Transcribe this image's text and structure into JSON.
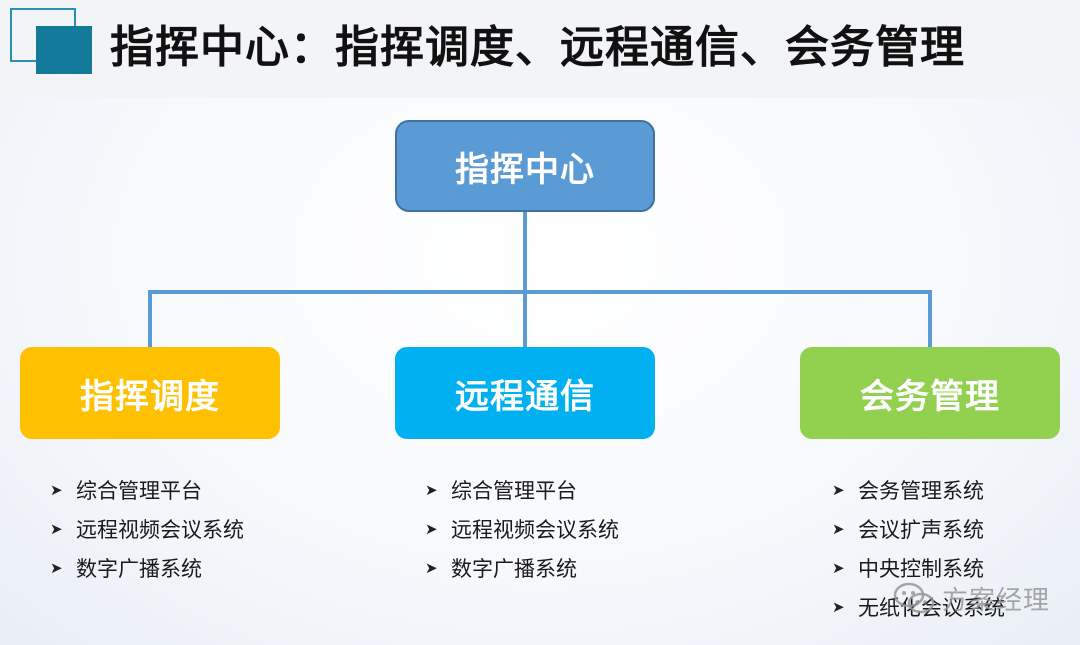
{
  "title": "指挥中心：指挥调度、远程通信、会务管理",
  "colors": {
    "title_accent": "#137a9c",
    "root_box": "#5b9bd5",
    "connector": "#5b9bd5",
    "branch_command": "#ffc000",
    "branch_comm": "#00b0f0",
    "branch_meeting": "#92d050"
  },
  "diagram": {
    "root": {
      "label": "指挥中心"
    },
    "branches": [
      {
        "label": "指挥调度",
        "items": [
          "综合管理平台",
          "远程视频会议系统",
          "数字广播系统"
        ]
      },
      {
        "label": "远程通信",
        "items": [
          "综合管理平台",
          "远程视频会议系统",
          "数字广播系统"
        ]
      },
      {
        "label": "会务管理",
        "items": [
          "会务管理系统",
          "会议扩声系统",
          "中央控制系统",
          "无纸化会议系统"
        ]
      }
    ]
  },
  "watermark": {
    "text": "方案经理",
    "icon": "wechat-icon"
  },
  "bullet_icon": "arrowhead-bullet-icon"
}
